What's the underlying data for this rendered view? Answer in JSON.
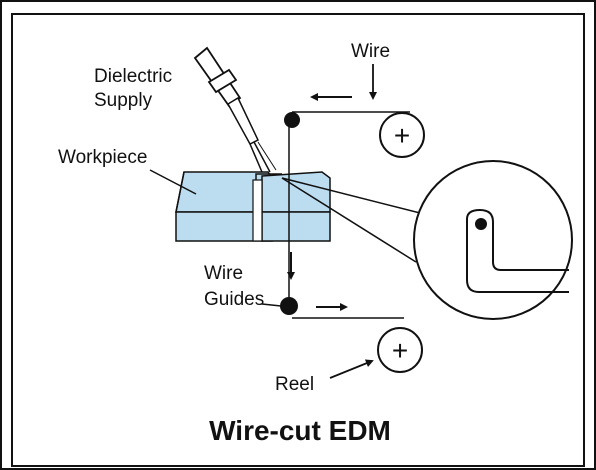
{
  "labels": {
    "wire": "Wire",
    "dielectric_line1": "Dielectric",
    "dielectric_line2": "Supply",
    "workpiece": "Workpiece",
    "wire_guides_line1": "Wire",
    "wire_guides_line2": "Guides",
    "reel": "Reel"
  },
  "reel_symbol": "+",
  "title": "Wire-cut EDM",
  "colors": {
    "workpiece_fill": "#bcdcf0",
    "outline": "#111111",
    "background": "#ffffff"
  }
}
